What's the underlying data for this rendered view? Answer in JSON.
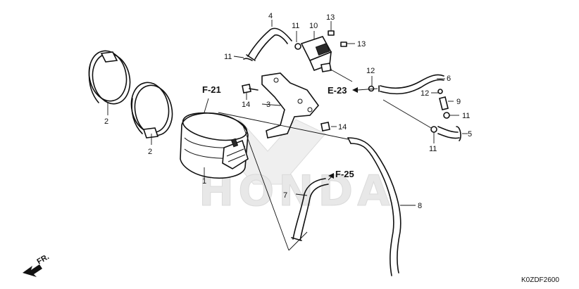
{
  "diagram_code": "K0ZDF2600",
  "watermark_text": "HONDA",
  "direction_marker": "FR.",
  "section_refs": [
    {
      "id": "f21",
      "label": "F-21"
    },
    {
      "id": "e23",
      "label": "E-23"
    },
    {
      "id": "f25",
      "label": "F-25"
    }
  ],
  "callouts": [
    {
      "id": "c1",
      "label": "1"
    },
    {
      "id": "c2a",
      "label": "2"
    },
    {
      "id": "c2b",
      "label": "2"
    },
    {
      "id": "c3",
      "label": "3"
    },
    {
      "id": "c4",
      "label": "4"
    },
    {
      "id": "c5",
      "label": "5"
    },
    {
      "id": "c6",
      "label": "6"
    },
    {
      "id": "c7",
      "label": "7"
    },
    {
      "id": "c8",
      "label": "8"
    },
    {
      "id": "c9",
      "label": "9"
    },
    {
      "id": "c10",
      "label": "10"
    },
    {
      "id": "c11a",
      "label": "11"
    },
    {
      "id": "c11b",
      "label": "11"
    },
    {
      "id": "c11c",
      "label": "11"
    },
    {
      "id": "c11d",
      "label": "11"
    },
    {
      "id": "c12a",
      "label": "12"
    },
    {
      "id": "c12b",
      "label": "12"
    },
    {
      "id": "c13a",
      "label": "13"
    },
    {
      "id": "c13b",
      "label": "13"
    },
    {
      "id": "c14a",
      "label": "14"
    },
    {
      "id": "c14b",
      "label": "14"
    }
  ]
}
